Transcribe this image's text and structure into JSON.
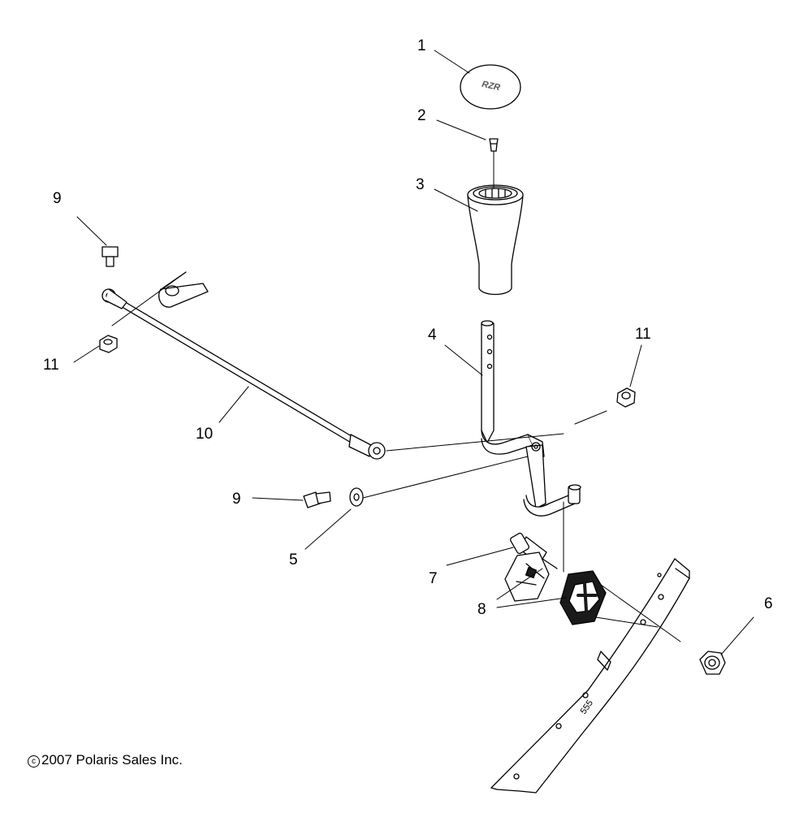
{
  "diagram": {
    "callouts": [
      {
        "id": "c1",
        "number": "1"
      },
      {
        "id": "c2",
        "number": "2"
      },
      {
        "id": "c3",
        "number": "3"
      },
      {
        "id": "c4",
        "number": "4"
      },
      {
        "id": "c5",
        "number": "5"
      },
      {
        "id": "c6",
        "number": "6"
      },
      {
        "id": "c7",
        "number": "7"
      },
      {
        "id": "c8",
        "number": "8"
      },
      {
        "id": "c9a",
        "number": "9"
      },
      {
        "id": "c9b",
        "number": "9"
      },
      {
        "id": "c10",
        "number": "10"
      },
      {
        "id": "c11a",
        "number": "11"
      },
      {
        "id": "c11b",
        "number": "11"
      }
    ],
    "knob_cap_text": "RZR",
    "rail_stamp_text": "555"
  },
  "copyright": {
    "symbol": "c",
    "text": "2007 Polaris Sales Inc."
  },
  "colors": {
    "line": "#000000",
    "part_fill": "#ffffff",
    "dark_fill": "#1a1a1a"
  }
}
